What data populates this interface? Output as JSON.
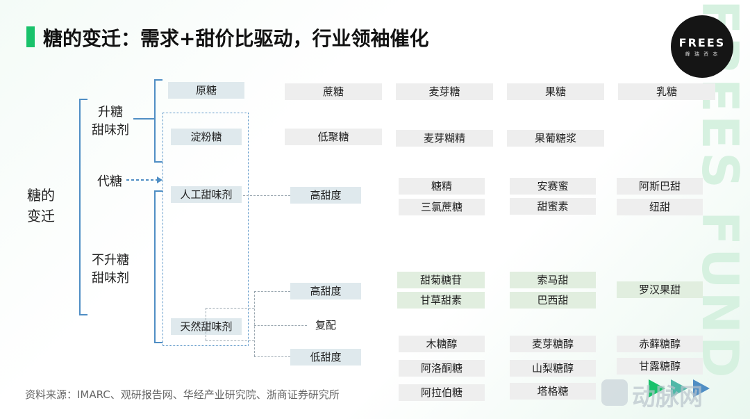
{
  "title": "糖的变迁：需求+甜价比驱动，行业领袖催化",
  "logo": {
    "main": "FREES",
    "sub": "峰 瑞 资 本"
  },
  "watermark": "FREES FUND",
  "root_label": "糖的\n变迁",
  "level1": {
    "sugar_sweetener": "升糖\n甜味剂",
    "sugar_substitute": "代糖",
    "non_sugar_sweetener": "不升糖\n甜味剂"
  },
  "level2": {
    "raw_sugar": "原糖",
    "starch_sugar": "淀粉糖",
    "artificial": "人工甜味剂",
    "natural": "天然甜味剂"
  },
  "level3": {
    "artificial_high": "高甜度",
    "natural_high": "高甜度",
    "compound": "复配",
    "natural_low": "低甜度"
  },
  "raw_sugar_items": [
    "蔗糖",
    "麦芽糖",
    "果糖",
    "乳糖"
  ],
  "starch_sugar_items": [
    "低聚糖",
    "麦芽糊精",
    "果葡糖浆"
  ],
  "artificial_items": [
    "糖精",
    "安赛蜜",
    "阿斯巴甜",
    "三氯蔗糖",
    "甜蜜素",
    "纽甜"
  ],
  "natural_high_items": [
    "甜菊糖苷",
    "索马甜",
    "罗汉果甜",
    "甘草甜素",
    "巴西甜"
  ],
  "natural_low_items": [
    "木糖醇",
    "麦芽糖醇",
    "赤藓糖醇",
    "阿洛酮糖",
    "山梨糖醇",
    "甘露糖醇",
    "阿拉伯糖",
    "塔格糖"
  ],
  "source": "资料来源：IMARC、观研报告网、华经产业研究院、浙商证券研究所",
  "brand": "动脉网",
  "colors": {
    "accent": "#19c26b",
    "line": "#4f8ec4"
  },
  "icons": [
    "play-arrow-icon",
    "play-arrow-icon",
    "play-arrow-icon",
    "vb-logo-icon"
  ]
}
